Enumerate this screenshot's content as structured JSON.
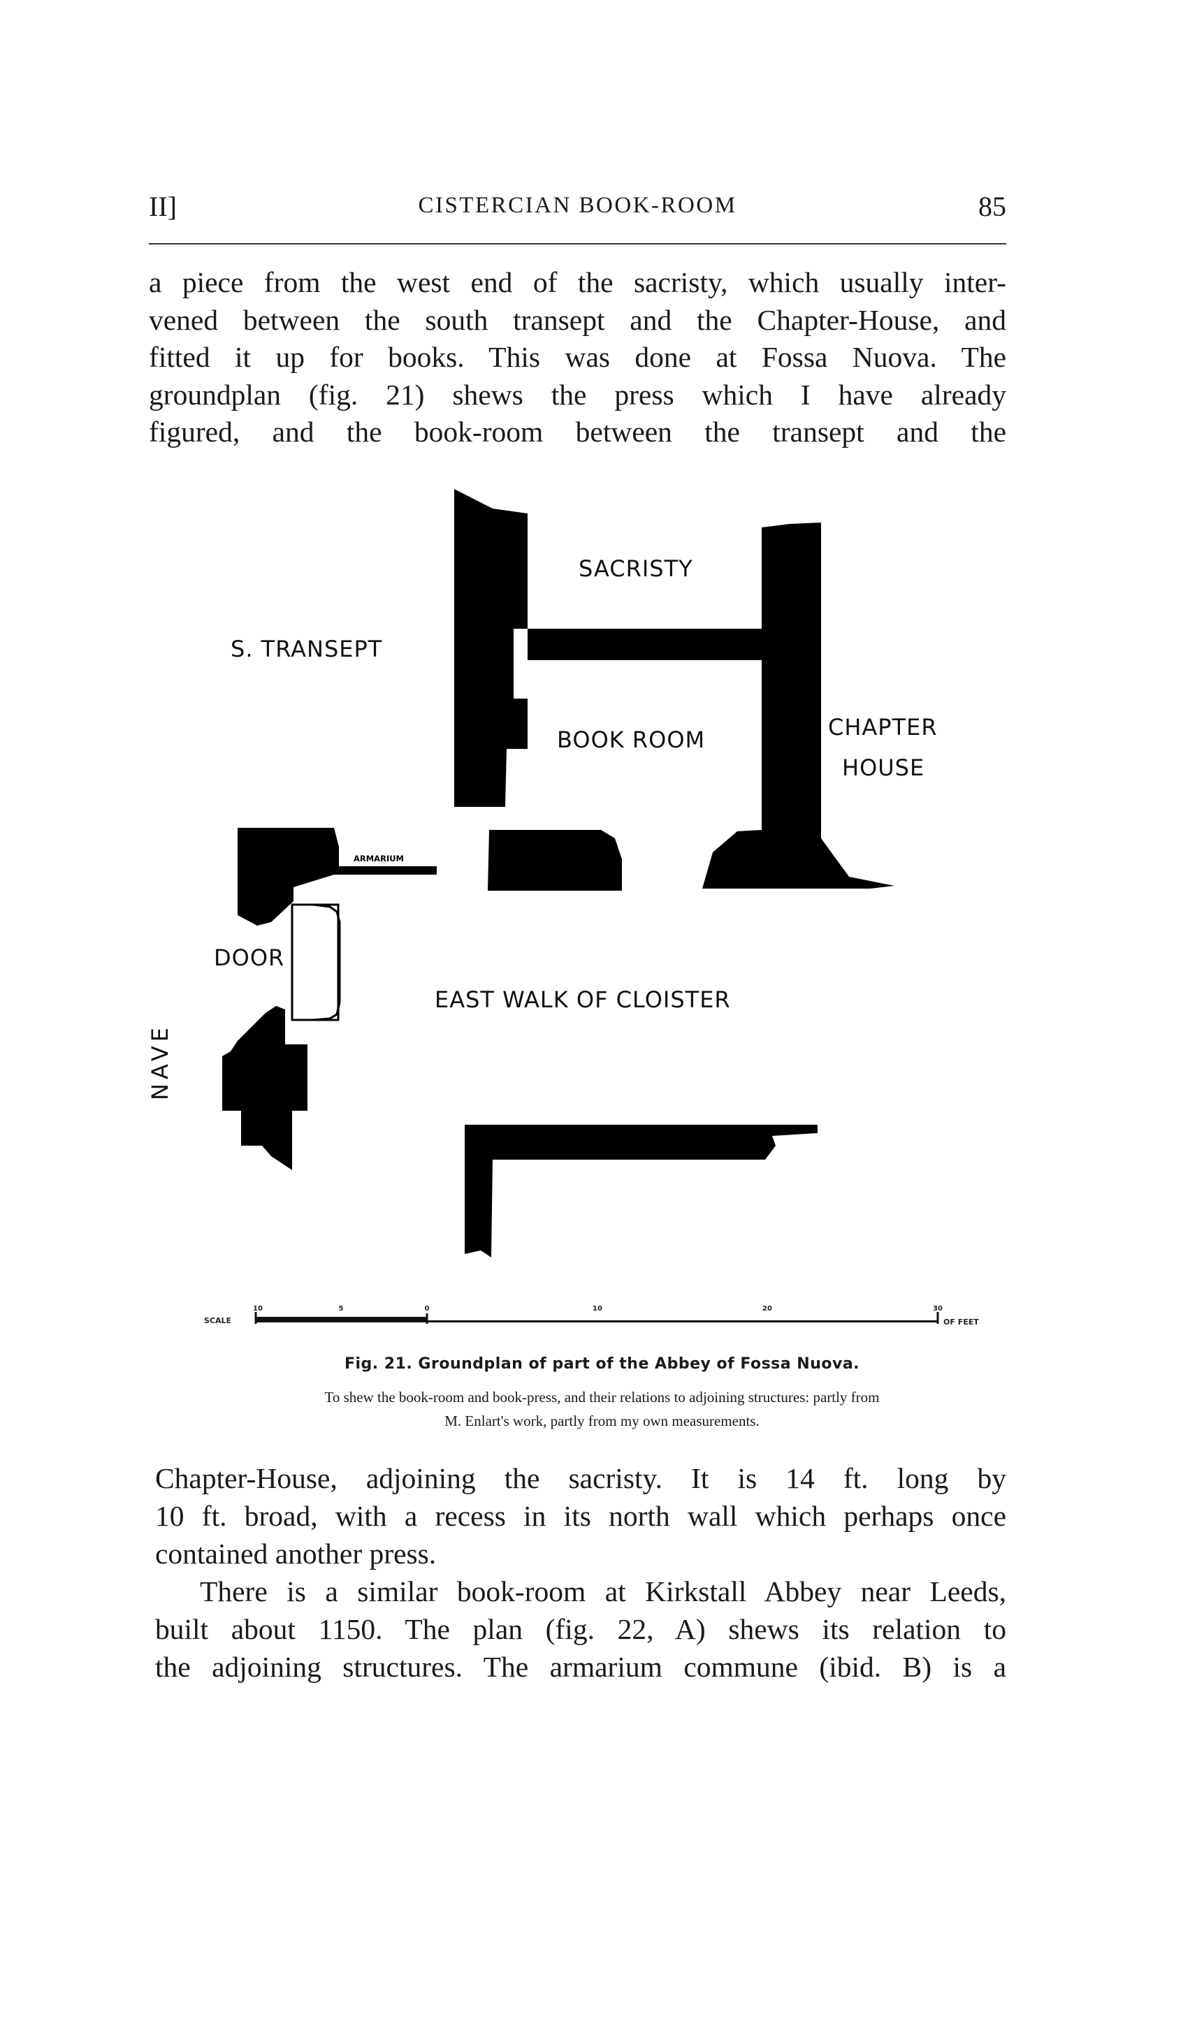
{
  "header": {
    "section": "II]",
    "title": "CISTERCIAN BOOK-ROOM",
    "page_number": "85"
  },
  "text_top": [
    "a piece from the west end of the sacristy, which usually inter-",
    "vened between the south transept and the Chapter-House, and",
    "fitted it up for books.  This was done at Fossa Nuova.  The",
    "groundplan (fig. 21) shews the press which I have already",
    "figured, and the book-room between the transept and the"
  ],
  "figure": {
    "labels": {
      "sacristy": "SACRISTY",
      "s_transept": "S. TRANSEPT",
      "book_room": "BOOK ROOM",
      "chapter_house_1": "CHAPTER",
      "chapter_house_2": "HOUSE",
      "armarium": "ARMARIUM",
      "door": "DOOR",
      "east_walk": "EAST WALK OF CLOISTER",
      "nave": "NAVE"
    },
    "scale": {
      "word": "SCALE",
      "units": "OF FEET",
      "ticks": [
        "10",
        "5",
        "0",
        "10",
        "20",
        "30"
      ]
    },
    "caption": "Fig. 21.   Groundplan of part of the Abbey of Fossa Nuova.",
    "note_line_1": "To shew the book-room and book-press, and their relations to adjoining structures: partly from",
    "note_line_2": "M. Enlart's work, partly from my own measurements."
  },
  "text_bottom": [
    "Chapter-House, adjoining the sacristy.  It is 14 ft. long by",
    "10 ft. broad, with a recess in its north wall which perhaps once",
    "contained another press.",
    "There is a similar book-room at Kirkstall Abbey near Leeds,",
    "built about 1150.  The plan (fig. 22, A) shews its relation to",
    "the adjoining structures.  The armarium commune (ibid. B) is a"
  ]
}
